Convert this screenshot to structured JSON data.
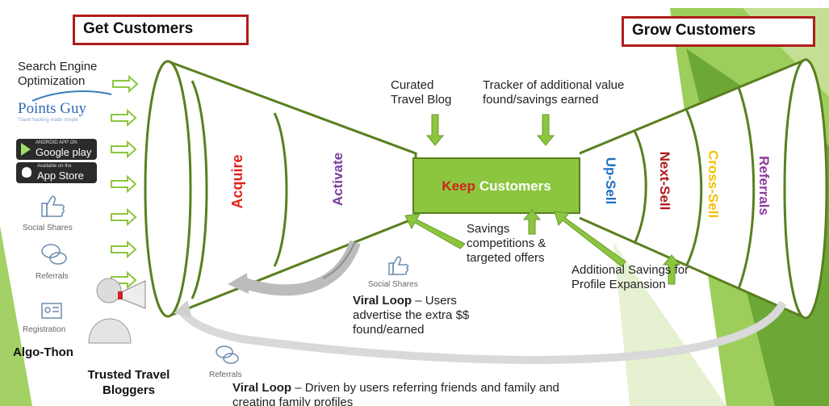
{
  "titles": {
    "get_customers": "Get Customers",
    "grow_customers": "Grow Customers"
  },
  "left_sources": {
    "seo": "Search Engine Optimization",
    "points_guy": "Points Guy",
    "points_guy_small": "Travel hacking made simple",
    "google_play_small": "ANDROID APP ON",
    "google_play": "Google play",
    "app_store_small": "Available on the",
    "app_store": "App Store",
    "social_shares": "Social Shares",
    "referrals": "Referrals",
    "registration": "Registration",
    "algo_thon": "Algo-Thon",
    "bloggers": "Trusted Travel Bloggers"
  },
  "funnel_stages": {
    "acquire": "Acquire",
    "activate": "Activate",
    "keep_word": "Keep",
    "keep_rest": "Customers",
    "up_sell": "Up-Sell",
    "next_sell": "Next-Sell",
    "cross_sell": "Cross-Sell",
    "referrals": "Referrals"
  },
  "annotations": {
    "curated_blog": "Curated Travel Blog",
    "tracker": "Tracker of additional value found/savings earned",
    "savings_comp": "Savings competitions & targeted offers",
    "additional_savings": "Additional Savings for Profile Expansion",
    "social_shares": "Social Shares",
    "viral_loop_1_bold": "Viral Loop",
    "viral_loop_1": " – Users advertise the extra $$ found/earned",
    "referrals": "Referrals",
    "viral_loop_2_bold": "Viral Loop",
    "viral_loop_2": " – Driven by users referring friends and family and creating family profiles"
  },
  "colors": {
    "funnel_stroke": "#5a7f1f",
    "keep_box": "#8cc63f",
    "acquire": "#e2231a",
    "activate": "#7b3fa0",
    "up_sell": "#1f6fc0",
    "next_sell": "#b0181c",
    "cross_sell": "#f2c200",
    "referrals": "#8e3a9d",
    "arrow_green": "#8cc63f",
    "title_border": "#b01c1c"
  }
}
